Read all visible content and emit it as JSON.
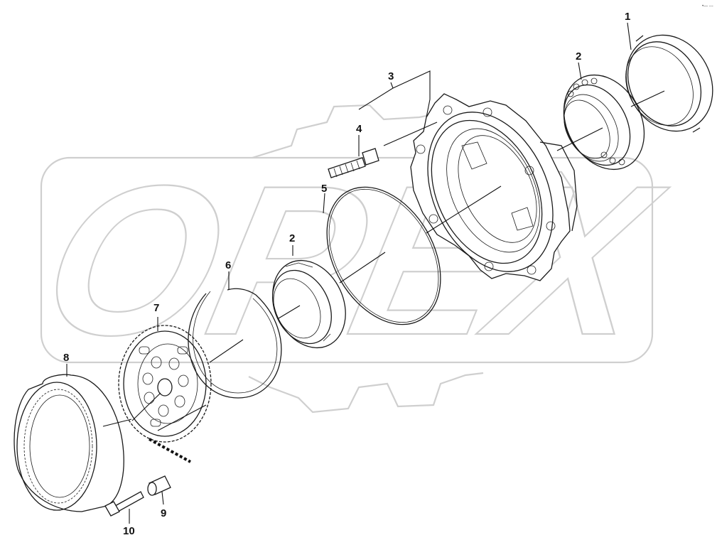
{
  "watermark": {
    "text": "OPEX",
    "color": "#cfcfcf"
  },
  "corner_mark": "•— ---",
  "callouts": {
    "c1": "1",
    "c2a": "2",
    "c2b": "2",
    "c3": "3",
    "c4": "4",
    "c5": "5",
    "c6": "6",
    "c7": "7",
    "c8": "8",
    "c9": "9",
    "c10": "10"
  },
  "colors": {
    "line": "#1a1a1a",
    "background": "#ffffff"
  }
}
